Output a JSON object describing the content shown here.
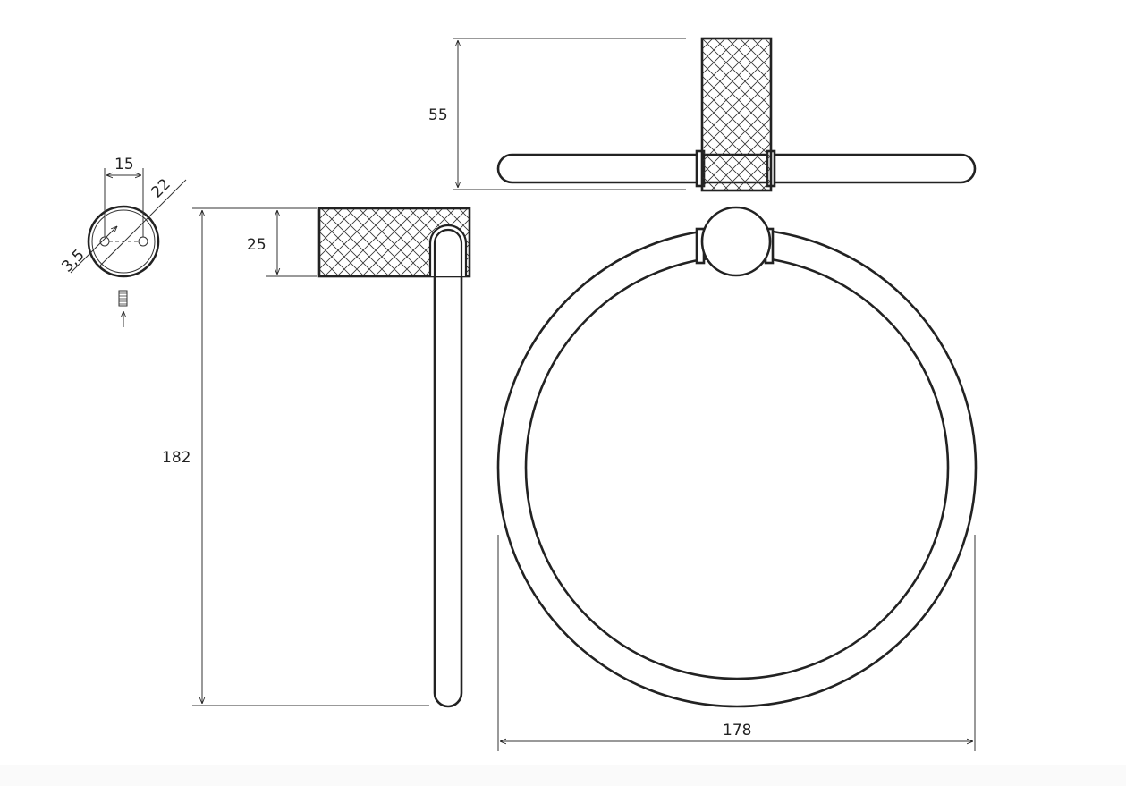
{
  "dimensions": {
    "mount_height": "55",
    "base_diameter": "15",
    "base_outer_diameter": "22",
    "screw_hole": "3,5",
    "block_height": "25",
    "total_height": "182",
    "ring_width": "178"
  },
  "colors": {
    "line": "#222222",
    "background": "#ffffff"
  }
}
